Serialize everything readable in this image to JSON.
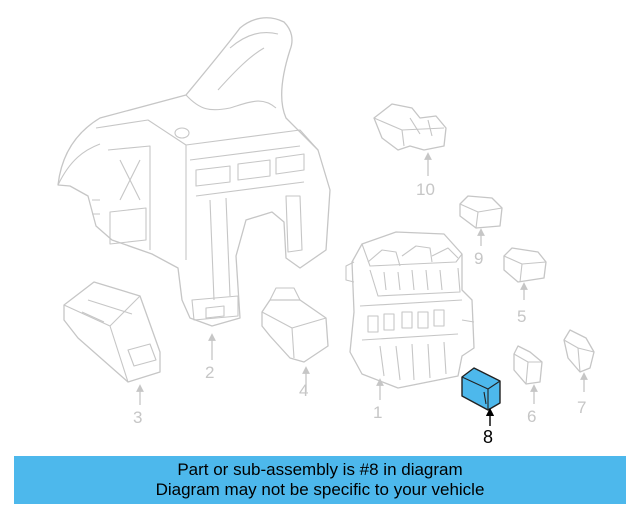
{
  "callouts": {
    "c1": "1",
    "c2": "2",
    "c3": "3",
    "c4": "4",
    "c5": "5",
    "c6": "6",
    "c7": "7",
    "c8": "8",
    "c9": "9",
    "c10": "10"
  },
  "highlight": {
    "part_number": "8",
    "color": "#4db8ec"
  },
  "banner": {
    "line1": "Part or sub-assembly is #8 in diagram",
    "line2": "Diagram may not be specific to your vehicle",
    "background": "#4db8ec"
  }
}
